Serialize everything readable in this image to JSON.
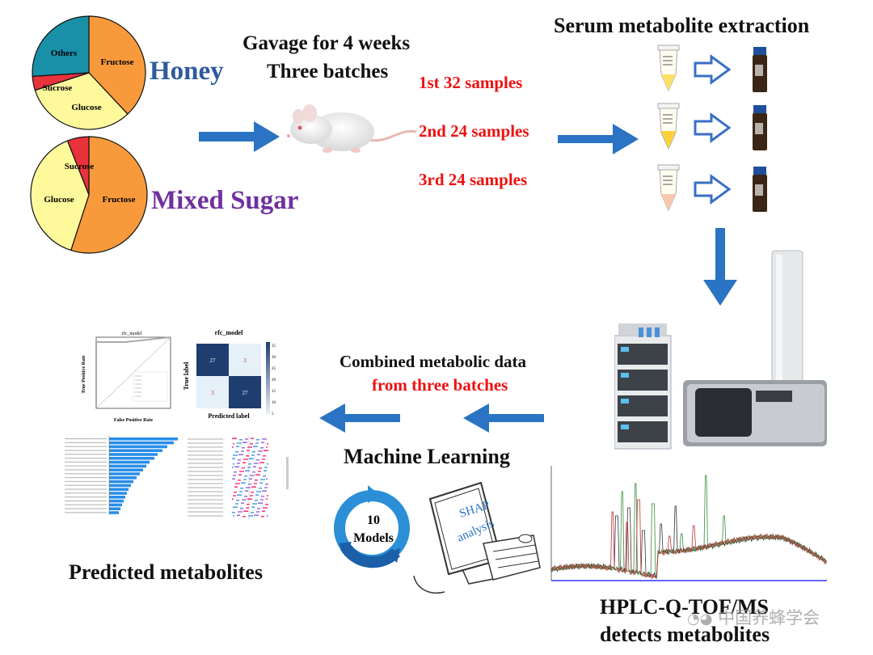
{
  "title_extraction": "Serum metabolite extraction",
  "gavage": {
    "line1": "Gavage for 4 weeks",
    "line2": "Three batches"
  },
  "batches": [
    "1st 32 samples",
    "2nd 24 samples",
    "3rd 24 samples"
  ],
  "diet_honey": {
    "label": "Honey",
    "slices": [
      {
        "name": "Fructose",
        "value": 38,
        "color": "#f89a3c"
      },
      {
        "name": "Glucose",
        "value": 32,
        "color": "#fefa9c"
      },
      {
        "name": "Sucrose",
        "value": 4,
        "color": "#e8323c"
      },
      {
        "name": "Others",
        "value": 26,
        "color": "#1a8fa8"
      }
    ]
  },
  "diet_mixed": {
    "label": "Mixed Sugar",
    "slices": [
      {
        "name": "Fructose",
        "value": 55,
        "color": "#f89a3c"
      },
      {
        "name": "Glucose",
        "value": 39,
        "color": "#fefa9c"
      },
      {
        "name": "Sucrose",
        "value": 6,
        "color": "#e8323c"
      }
    ]
  },
  "combined": {
    "line1": "Combined metabolic data",
    "line2": "from three batches"
  },
  "ml_title": "Machine Learning",
  "models": {
    "count": "10",
    "label": "Models"
  },
  "shap": {
    "line1": "SHAP",
    "line2": "analysis"
  },
  "predicted": "Predicted metabolites",
  "hplc": {
    "line1": "HPLC-Q-TOF/MS",
    "line2": "detects metabolites"
  },
  "watermark": "中国养蜂学会",
  "roc": {
    "title": "rfc_model",
    "xlabel": "False Positive Rate",
    "ylabel": "True Positive Rate"
  },
  "confusion": {
    "title": "rfc_model",
    "xlabel": "Predicted label",
    "ylabel": "True label",
    "cells": [
      "27",
      "3",
      "3",
      "27"
    ],
    "colorbar_ticks": [
      "35",
      "30",
      "25",
      "20",
      "15",
      "10",
      "5"
    ]
  },
  "colors": {
    "arrow": "#2a74c3",
    "red_text": "#ee1111",
    "honey_text": "#2f5a9c",
    "mixed_text": "#7030a0",
    "ring": "#2a8fd6"
  }
}
